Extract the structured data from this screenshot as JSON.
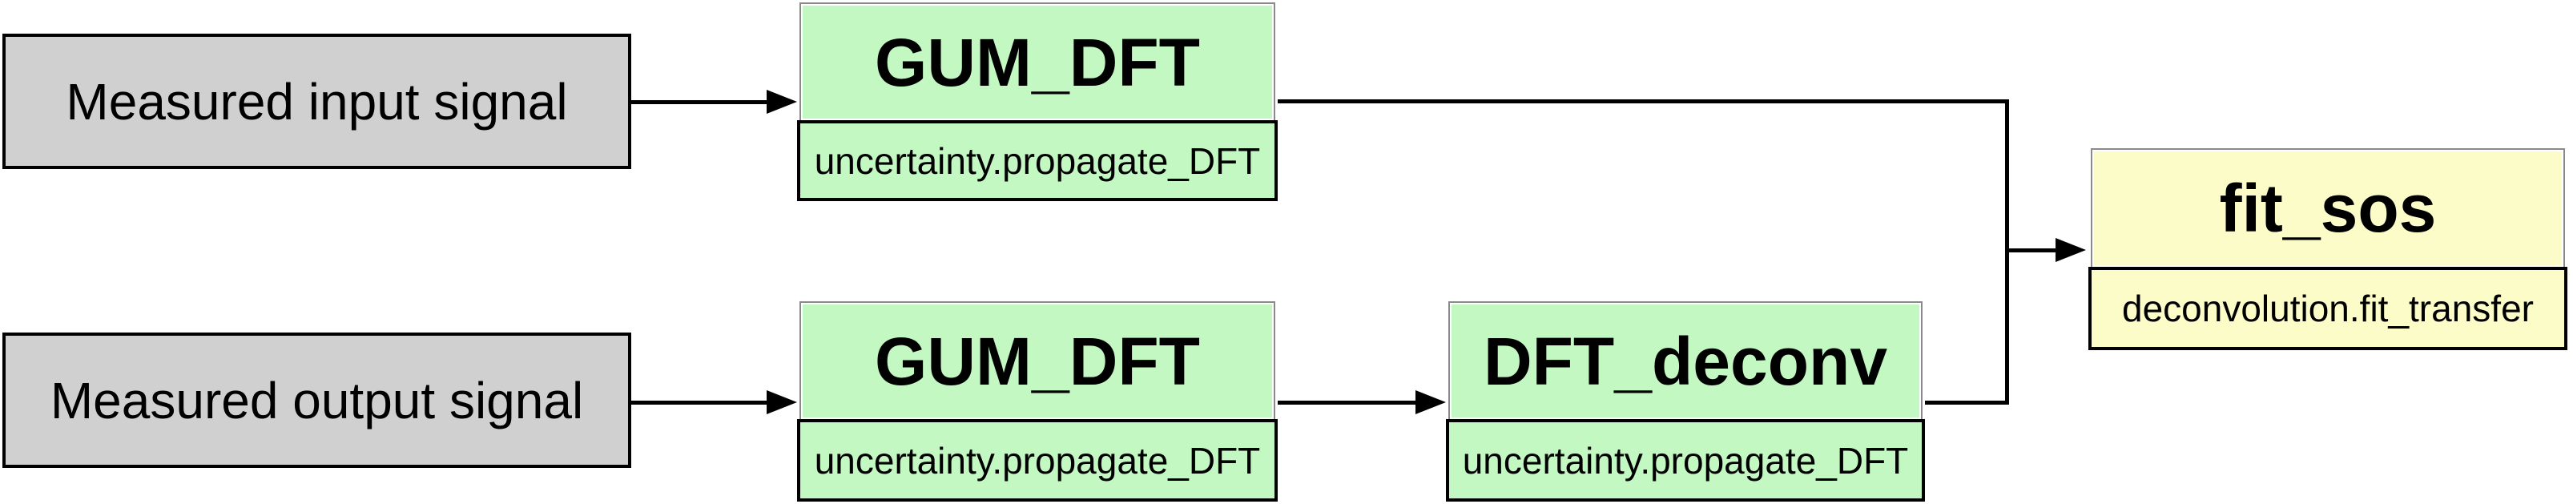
{
  "diagram": {
    "kind": "flowchart",
    "inputs": [
      {
        "label": "Measured input signal"
      },
      {
        "label": "Measured output signal"
      }
    ],
    "nodes": [
      {
        "id": "gum-dft-input",
        "title": "GUM_DFT",
        "subtitle": "uncertainty.propagate_DFT",
        "fill": "green"
      },
      {
        "id": "gum-dft-output",
        "title": "GUM_DFT",
        "subtitle": "uncertainty.propagate_DFT",
        "fill": "green"
      },
      {
        "id": "dft-deconv",
        "title": "DFT_deconv",
        "subtitle": "uncertainty.propagate_DFT",
        "fill": "green"
      },
      {
        "id": "fit-sos",
        "title": "fit_sos",
        "subtitle": "deconvolution.fit_transfer",
        "fill": "yellow"
      }
    ],
    "edges": [
      {
        "from": "measured-input-signal",
        "to": "gum-dft-input"
      },
      {
        "from": "measured-output-signal",
        "to": "gum-dft-output"
      },
      {
        "from": "gum-dft-output",
        "to": "dft-deconv"
      },
      {
        "from": "gum-dft-input",
        "to": "fit_sos"
      },
      {
        "from": "dft-deconv",
        "to": "fit_sos"
      }
    ]
  },
  "colors": {
    "bg": "#ffffff",
    "box_gray": "#d0d0d0",
    "node_green": "#c3f8c3",
    "node_yellow": "#fcfcc8",
    "title_border": "#8a8a8a",
    "line_black": "#000000"
  }
}
